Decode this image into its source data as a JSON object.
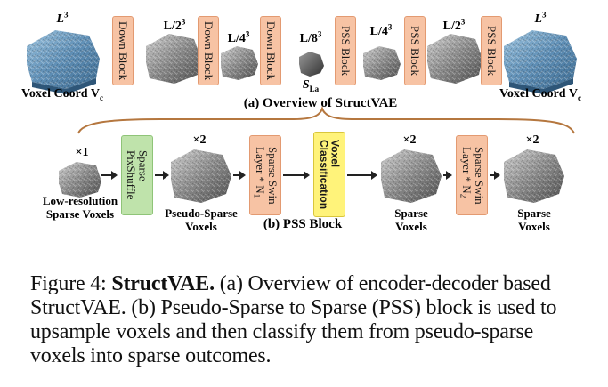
{
  "panel_a": {
    "caption": "(a) Overview of StructVAE",
    "in_res": "L",
    "in_res_exp": "3",
    "out_res": "L",
    "out_res_exp": "3",
    "res_2": "L/2",
    "res_2_exp": "3",
    "res_4": "L/4",
    "res_4_exp": "3",
    "res_8": "L/8",
    "res_8_exp": "3",
    "res_4b": "L/4",
    "res_4b_exp": "3",
    "res_2b": "L/2",
    "res_2b_exp": "3",
    "in_label": "Voxel Coord V",
    "in_label_sub": "c",
    "out_label": "Voxel Coord V",
    "out_label_sub": "c",
    "latent_label": "S",
    "latent_label_sub": "La",
    "down_block_1": "Down Block",
    "down_block_2": "Down Block",
    "down_block_3": "Down Block",
    "pss_block_1": "PSS Block",
    "pss_block_2": "PSS Block",
    "pss_block_3": "PSS Block"
  },
  "panel_b": {
    "caption": "(b)  PSS Block",
    "mult_1": "×1",
    "mult_2": "×2",
    "mult_3": "×2",
    "mult_4": "×2",
    "lowres_label_1": "Low-resolution",
    "lowres_label_2": "Sparse Voxels",
    "pseudo_label_1": "Pseudo-Sparse",
    "pseudo_label_2": "Voxels",
    "sparse_label_1a": "Sparse",
    "sparse_label_1b": "Voxels",
    "sparse_label_2a": "Sparse",
    "sparse_label_2b": "Voxels",
    "pixshuffle_1": "Sparse",
    "pixshuffle_2": "PixShuffle",
    "swin1_1": "Sparse Swin",
    "swin1_2": "Layer * N",
    "swin1_sub": "1",
    "classify_1": "Voxel",
    "classify_2": "Classification",
    "swin2_1": "Sparse Swin",
    "swin2_2": "Layer * N",
    "swin2_sub": "2"
  },
  "figure_caption": {
    "prefix": "Figure 4: ",
    "bold": "StructVAE.",
    "body": " (a) Overview of encoder-decoder based StructVAE. (b) Pseudo-Sparse to Sparse (PSS) block is used to upsample voxels and then classify them from pseudo-sparse voxels into sparse outcomes."
  },
  "colors": {
    "block_peach": "#f7c3a4",
    "block_green": "#bfe3ab",
    "block_yellow": "#fff37a",
    "bracket": "#b5773f",
    "terrain_blue": "#6f9ec2",
    "terrain_gray": "#8c8c8c"
  }
}
